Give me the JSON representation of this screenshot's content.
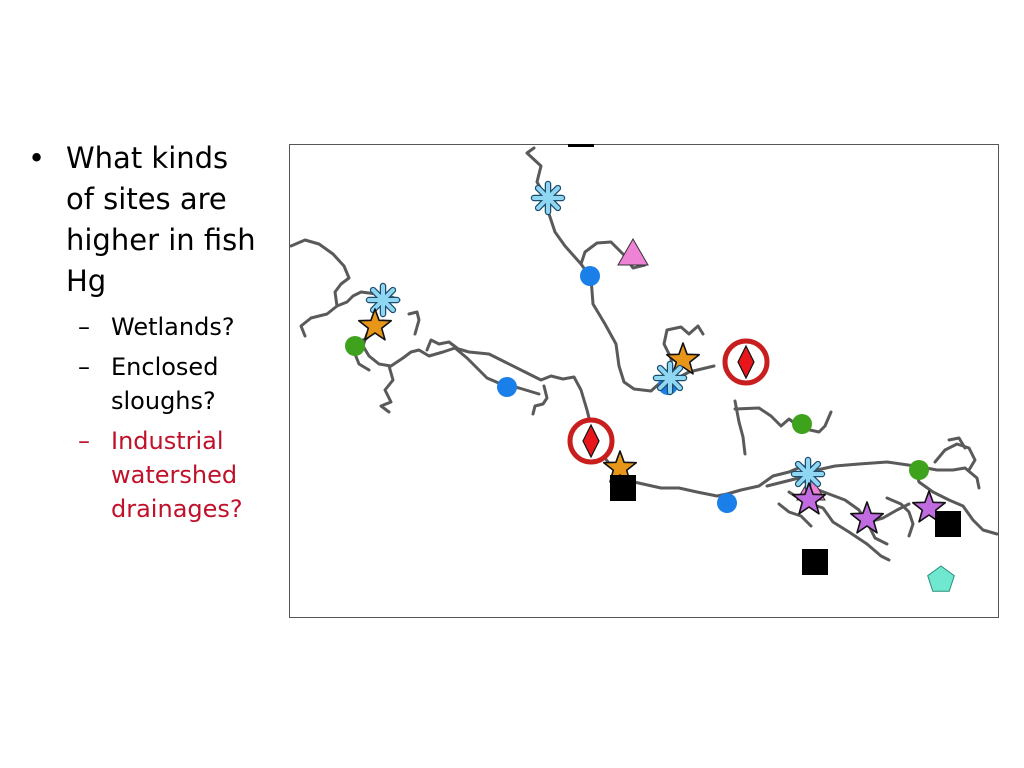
{
  "bullets": {
    "main": {
      "marker": "•",
      "lines": [
        "What kinds",
        "of sites are",
        "higher in fish",
        "Hg"
      ]
    },
    "sub": [
      {
        "marker": "–",
        "lines": [
          "Wetlands?"
        ],
        "highlight": false
      },
      {
        "marker": "–",
        "lines": [
          "Enclosed",
          "sloughs?"
        ],
        "highlight": false
      },
      {
        "marker": "–",
        "lines": [
          "Industrial",
          "watershed",
          "drainages?"
        ],
        "highlight": true
      }
    ]
  },
  "map": {
    "colors": {
      "river": "#5a5a5a",
      "circle_blue": "#1a7fe8",
      "circle_green": "#3fa21c",
      "star_orange": "#e8961a",
      "star_purple": "#c06be0",
      "asterisk": "#8fd6f2",
      "triangle": "#ee82d4",
      "square": "#000000",
      "diamond": "#e8151b",
      "ring": "#c81e1e",
      "pentagon": "#6fe8cf"
    }
  }
}
